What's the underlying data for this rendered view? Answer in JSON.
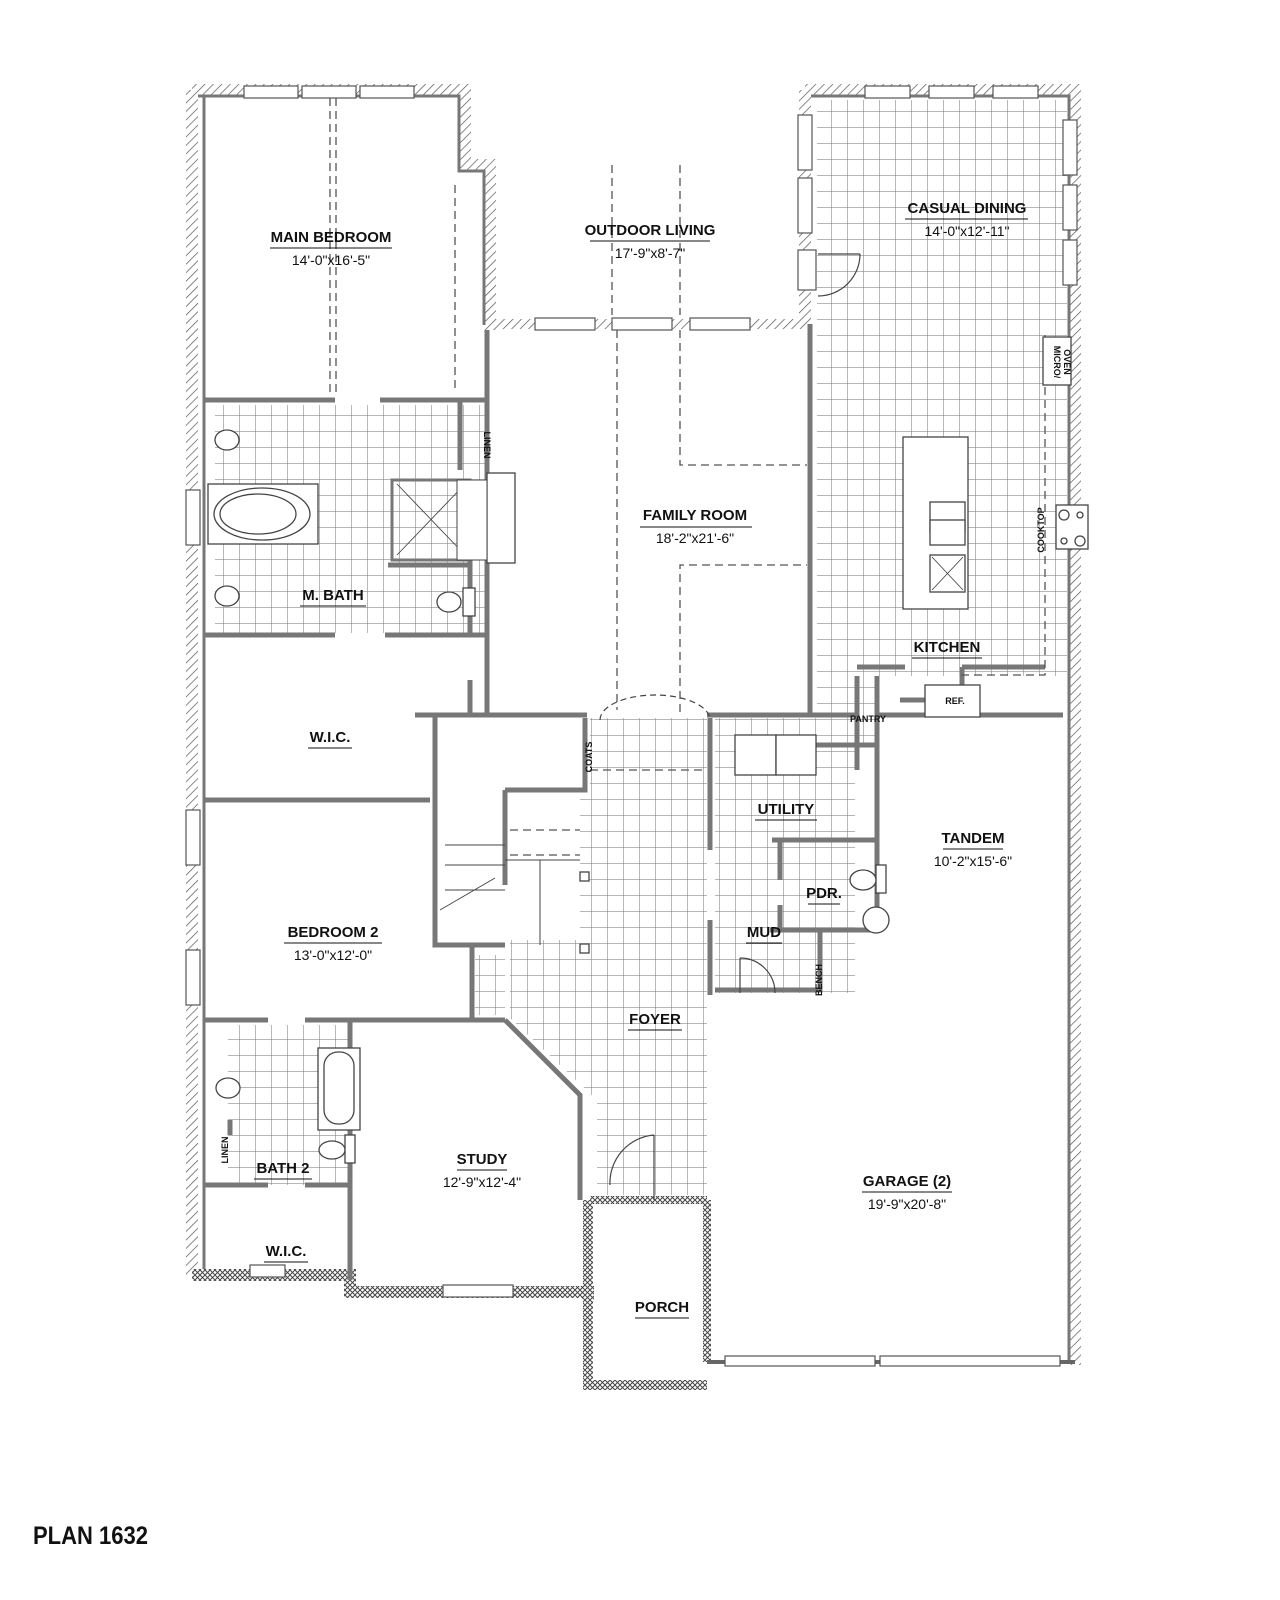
{
  "plan": {
    "title": "PLAN 1632"
  },
  "rooms": {
    "main_bedroom": {
      "name": "MAIN BEDROOM",
      "dims": "14'-0\"x16'-5\""
    },
    "outdoor_living": {
      "name": "OUTDOOR LIVING",
      "dims": "17'-9\"x8'-7\""
    },
    "casual_dining": {
      "name": "CASUAL DINING",
      "dims": "14'-0\"x12'-11\""
    },
    "family_room": {
      "name": "FAMILY ROOM",
      "dims": "18'-2\"x21'-6\""
    },
    "m_bath": {
      "name": "M. BATH"
    },
    "kitchen": {
      "name": "KITCHEN"
    },
    "wic_main": {
      "name": "W.I.C."
    },
    "utility": {
      "name": "UTILITY"
    },
    "tandem": {
      "name": "TANDEM",
      "dims": "10'-2\"x15'-6\""
    },
    "pdr": {
      "name": "PDR."
    },
    "mud": {
      "name": "MUD"
    },
    "bedroom_2": {
      "name": "BEDROOM 2",
      "dims": "13'-0\"x12'-0\""
    },
    "foyer": {
      "name": "FOYER"
    },
    "bath_2": {
      "name": "BATH 2"
    },
    "study": {
      "name": "STUDY",
      "dims": "12'-9\"x12'-4\""
    },
    "garage": {
      "name": "GARAGE (2)",
      "dims": "19'-9\"x20'-8\""
    },
    "wic_2": {
      "name": "W.I.C."
    },
    "porch": {
      "name": "PORCH"
    }
  },
  "fixtures": {
    "linen_main": "LINEN",
    "linen_bath2": "LINEN",
    "micro_oven_line1": "MICRO/",
    "micro_oven_line2": "OVEN",
    "cooktop": "COOKTOP",
    "ref": "REF.",
    "pantry": "PANTRY",
    "coats": "COATS",
    "bench": "BENCH"
  }
}
